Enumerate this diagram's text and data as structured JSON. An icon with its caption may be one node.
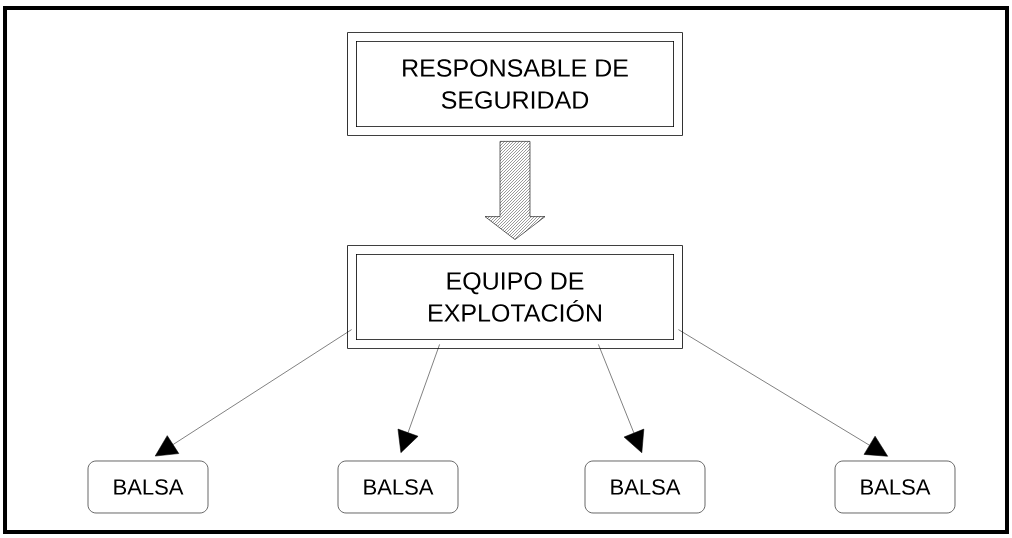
{
  "diagram": {
    "nodes": [
      {
        "text": [
          "RESPONSABLE DE SEGURIDAD"
        ]
      },
      {
        "text": [
          "EQUIPO DE EXPLOTACIÓN"
        ]
      },
      {
        "text": [
          "BALSA"
        ]
      },
      {
        "text": [
          "BALSA"
        ]
      },
      {
        "text": [
          "BALSA"
        ]
      },
      {
        "text": [
          "BALSA"
        ]
      }
    ],
    "edges": [
      {
        "from": 0,
        "to": 1,
        "arrow": "to",
        "style": "thick"
      },
      {
        "from": 1,
        "to": 2,
        "arrow": "to"
      },
      {
        "from": 1,
        "to": 3,
        "arrow": "to"
      },
      {
        "from": 1,
        "to": 4,
        "arrow": "to"
      },
      {
        "from": 1,
        "to": 5,
        "arrow": "to"
      }
    ]
  }
}
